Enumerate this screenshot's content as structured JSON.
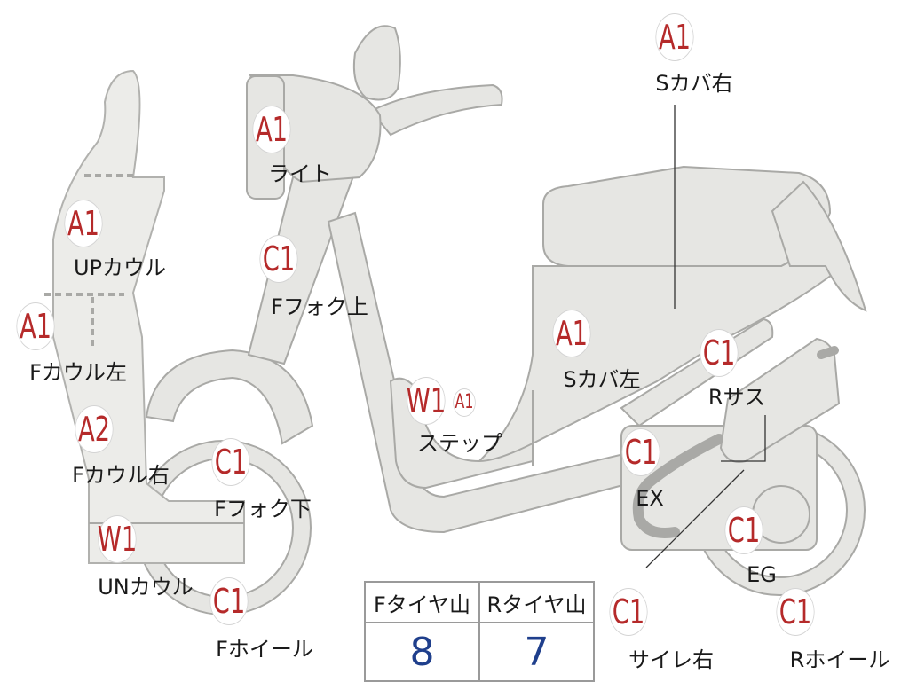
{
  "badges": [
    {
      "code": "A1",
      "name": "badge-s-cover-right"
    },
    {
      "code": "A1",
      "name": "badge-light"
    },
    {
      "code": "C1",
      "name": "badge-front-fork-upper"
    },
    {
      "code": "A1",
      "name": "badge-up-cowl"
    },
    {
      "code": "A1",
      "name": "badge-front-cowl-left"
    },
    {
      "code": "A2",
      "name": "badge-front-cowl-right"
    },
    {
      "code": "W1",
      "name": "badge-un-cowl"
    },
    {
      "code": "C1",
      "name": "badge-front-fork-lower"
    },
    {
      "code": "C1",
      "name": "badge-front-wheel"
    },
    {
      "code": "A1",
      "name": "badge-s-cover-left"
    },
    {
      "code": "W1",
      "name": "badge-step-w1"
    },
    {
      "code": "A1",
      "name": "badge-step-a1"
    },
    {
      "code": "C1",
      "name": "badge-rear-suspension"
    },
    {
      "code": "C1",
      "name": "badge-exhaust"
    },
    {
      "code": "C1",
      "name": "badge-engine"
    },
    {
      "code": "C1",
      "name": "badge-silencer-right"
    },
    {
      "code": "C1",
      "name": "badge-rear-wheel"
    }
  ],
  "labels": [
    {
      "text": "Sカバ右",
      "name": "label-s-cover-right"
    },
    {
      "text": "ライト",
      "name": "label-light"
    },
    {
      "text": "Fフォク上",
      "name": "label-front-fork-upper"
    },
    {
      "text": "UPカウル",
      "name": "label-up-cowl"
    },
    {
      "text": "Fカウル左",
      "name": "label-front-cowl-left"
    },
    {
      "text": "Fカウル右",
      "name": "label-front-cowl-right"
    },
    {
      "text": "UNカウル",
      "name": "label-un-cowl"
    },
    {
      "text": "Fフォク下",
      "name": "label-front-fork-lower"
    },
    {
      "text": "Fホイール",
      "name": "label-front-wheel"
    },
    {
      "text": "Sカバ左",
      "name": "label-s-cover-left"
    },
    {
      "text": "ステップ",
      "name": "label-step"
    },
    {
      "text": "Rサス",
      "name": "label-rear-suspension"
    },
    {
      "text": "EX",
      "name": "label-exhaust"
    },
    {
      "text": "EG",
      "name": "label-engine"
    },
    {
      "text": "サイレ右",
      "name": "label-silencer-right"
    },
    {
      "text": "Rホイール",
      "name": "label-rear-wheel"
    }
  ],
  "tire_table": {
    "headers": [
      "Fタイヤ山",
      "Rタイヤ山"
    ],
    "values": [
      "8",
      "7"
    ]
  }
}
